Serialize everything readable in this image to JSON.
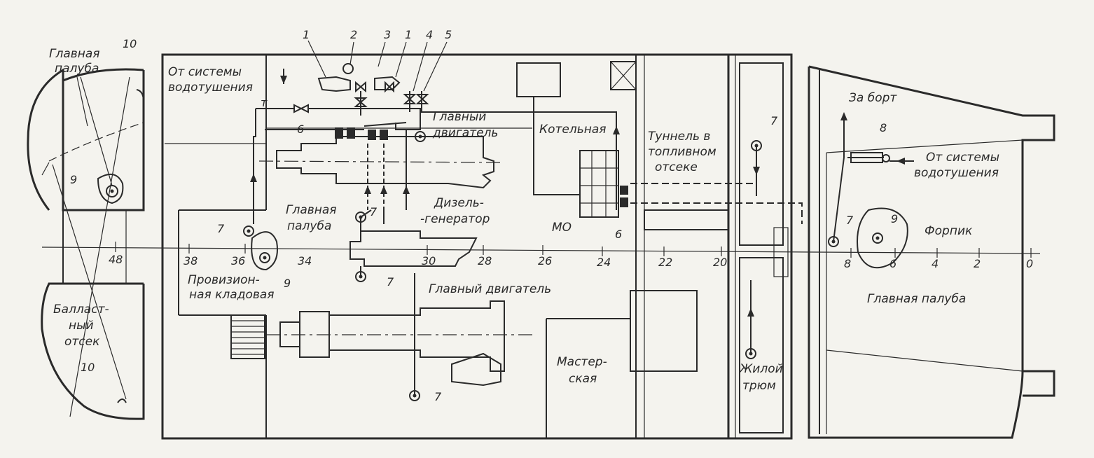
{
  "labels": {
    "glav_paluba_left": [
      "Главная",
      "палуба"
    ],
    "ot_sistemy_left": [
      "От системы",
      "водотушения"
    ],
    "glavny_dvig_top": [
      "Главный",
      "двигатель"
    ],
    "kotelnaya": "Котельная",
    "tunnel": [
      "Туннель в",
      "топливном",
      "отсеке"
    ],
    "za_bort": "За борт",
    "ot_sistemy_right": [
      "От системы",
      "водотушения"
    ],
    "glav_paluba_mid": [
      "Главная",
      "палуба"
    ],
    "dizel": [
      "Дизель-",
      "-генератор"
    ],
    "mo": "МО",
    "forpik": "Форпик",
    "provizion": [
      "Провизион-",
      "ная кладовая"
    ],
    "glavny_dvig_bottom": "Главный двигатель",
    "glav_paluba_right": "Главная палуба",
    "ballast": [
      "Балласт-",
      "ный",
      "отсек"
    ],
    "master": [
      "Мастер-",
      "ская"
    ],
    "zhiloy": [
      "Жилой",
      "трюм"
    ]
  },
  "callouts": {
    "c1a": "1",
    "c2": "2",
    "c3": "3",
    "c1b": "1",
    "c4": "4",
    "c5": "5",
    "c10a": "10",
    "c10b": "10",
    "c9a": "9",
    "c9b": "9",
    "c9c": "9",
    "c7a": "7",
    "c7b": "7",
    "c7c": "7",
    "c7d": "7",
    "c7e": "7",
    "c7f": "7",
    "c6a": "6",
    "c6b": "6",
    "c8": "8",
    "t_mark": "т"
  },
  "frames": [
    "48",
    "38",
    "36",
    "34",
    "30",
    "28",
    "26",
    "24",
    "22",
    "20",
    "8",
    "6",
    "4",
    "2",
    "0"
  ]
}
